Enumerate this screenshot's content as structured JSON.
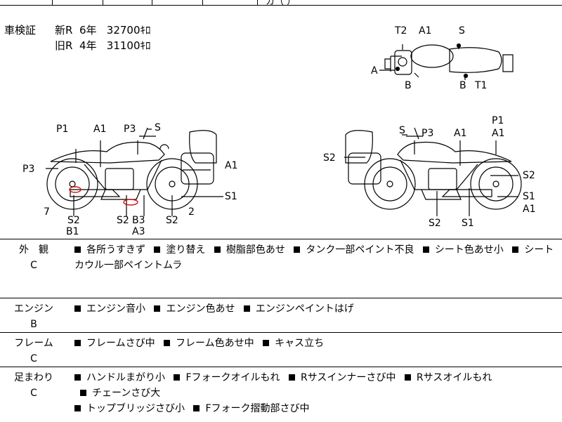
{
  "top": {
    "fragment": "カ（ ）"
  },
  "certificate": {
    "title": "車検証",
    "new_line": "新R  6年   32700ｷﾛ",
    "old_line": "旧R  4年   31100ｷﾛ"
  },
  "diagram": {
    "top_view": [
      "T2",
      "A1",
      "S",
      "A",
      "B",
      "B",
      "T1"
    ],
    "left_side": [
      "P1",
      "A1",
      "P3",
      "S",
      "P3",
      "A1",
      "S1",
      "7",
      "S2",
      "B1",
      "S2",
      "B3",
      "A3",
      "S2",
      "2"
    ],
    "right_side": [
      "P1",
      "A1",
      "S",
      "P3",
      "A1",
      "S2",
      "S2",
      "S1",
      "A1",
      "S2",
      "S1"
    ]
  },
  "conditions": [
    {
      "name": "外　観",
      "grade": "C",
      "items": [
        "各所うすきず",
        "塗り替え",
        "樹脂部色あせ",
        "タンク一部ペイント不良",
        "シート色あせ小",
        "シート",
        "カウル一部ペイントムラ"
      ]
    },
    {
      "name": "エンジン",
      "grade": "B",
      "items": [
        "エンジン音小",
        "エンジン色あせ",
        "エンジンペイントはげ"
      ]
    },
    {
      "name": "フレーム",
      "grade": "C",
      "items": [
        "フレームさび中",
        "フレーム色あせ中",
        "キャス立ち"
      ]
    },
    {
      "name": "足まわり",
      "grade": "C",
      "items": [
        "ハンドルまがり小",
        "Fフォークオイルもれ",
        "Rサスインナーさび中",
        "Rサスオイルもれ",
        "チェーンさび大",
        "トップブリッジさび小",
        "Fフォーク摺動部さび中"
      ]
    }
  ],
  "colors": {
    "ink": "#000000",
    "mark": "#d01010"
  }
}
